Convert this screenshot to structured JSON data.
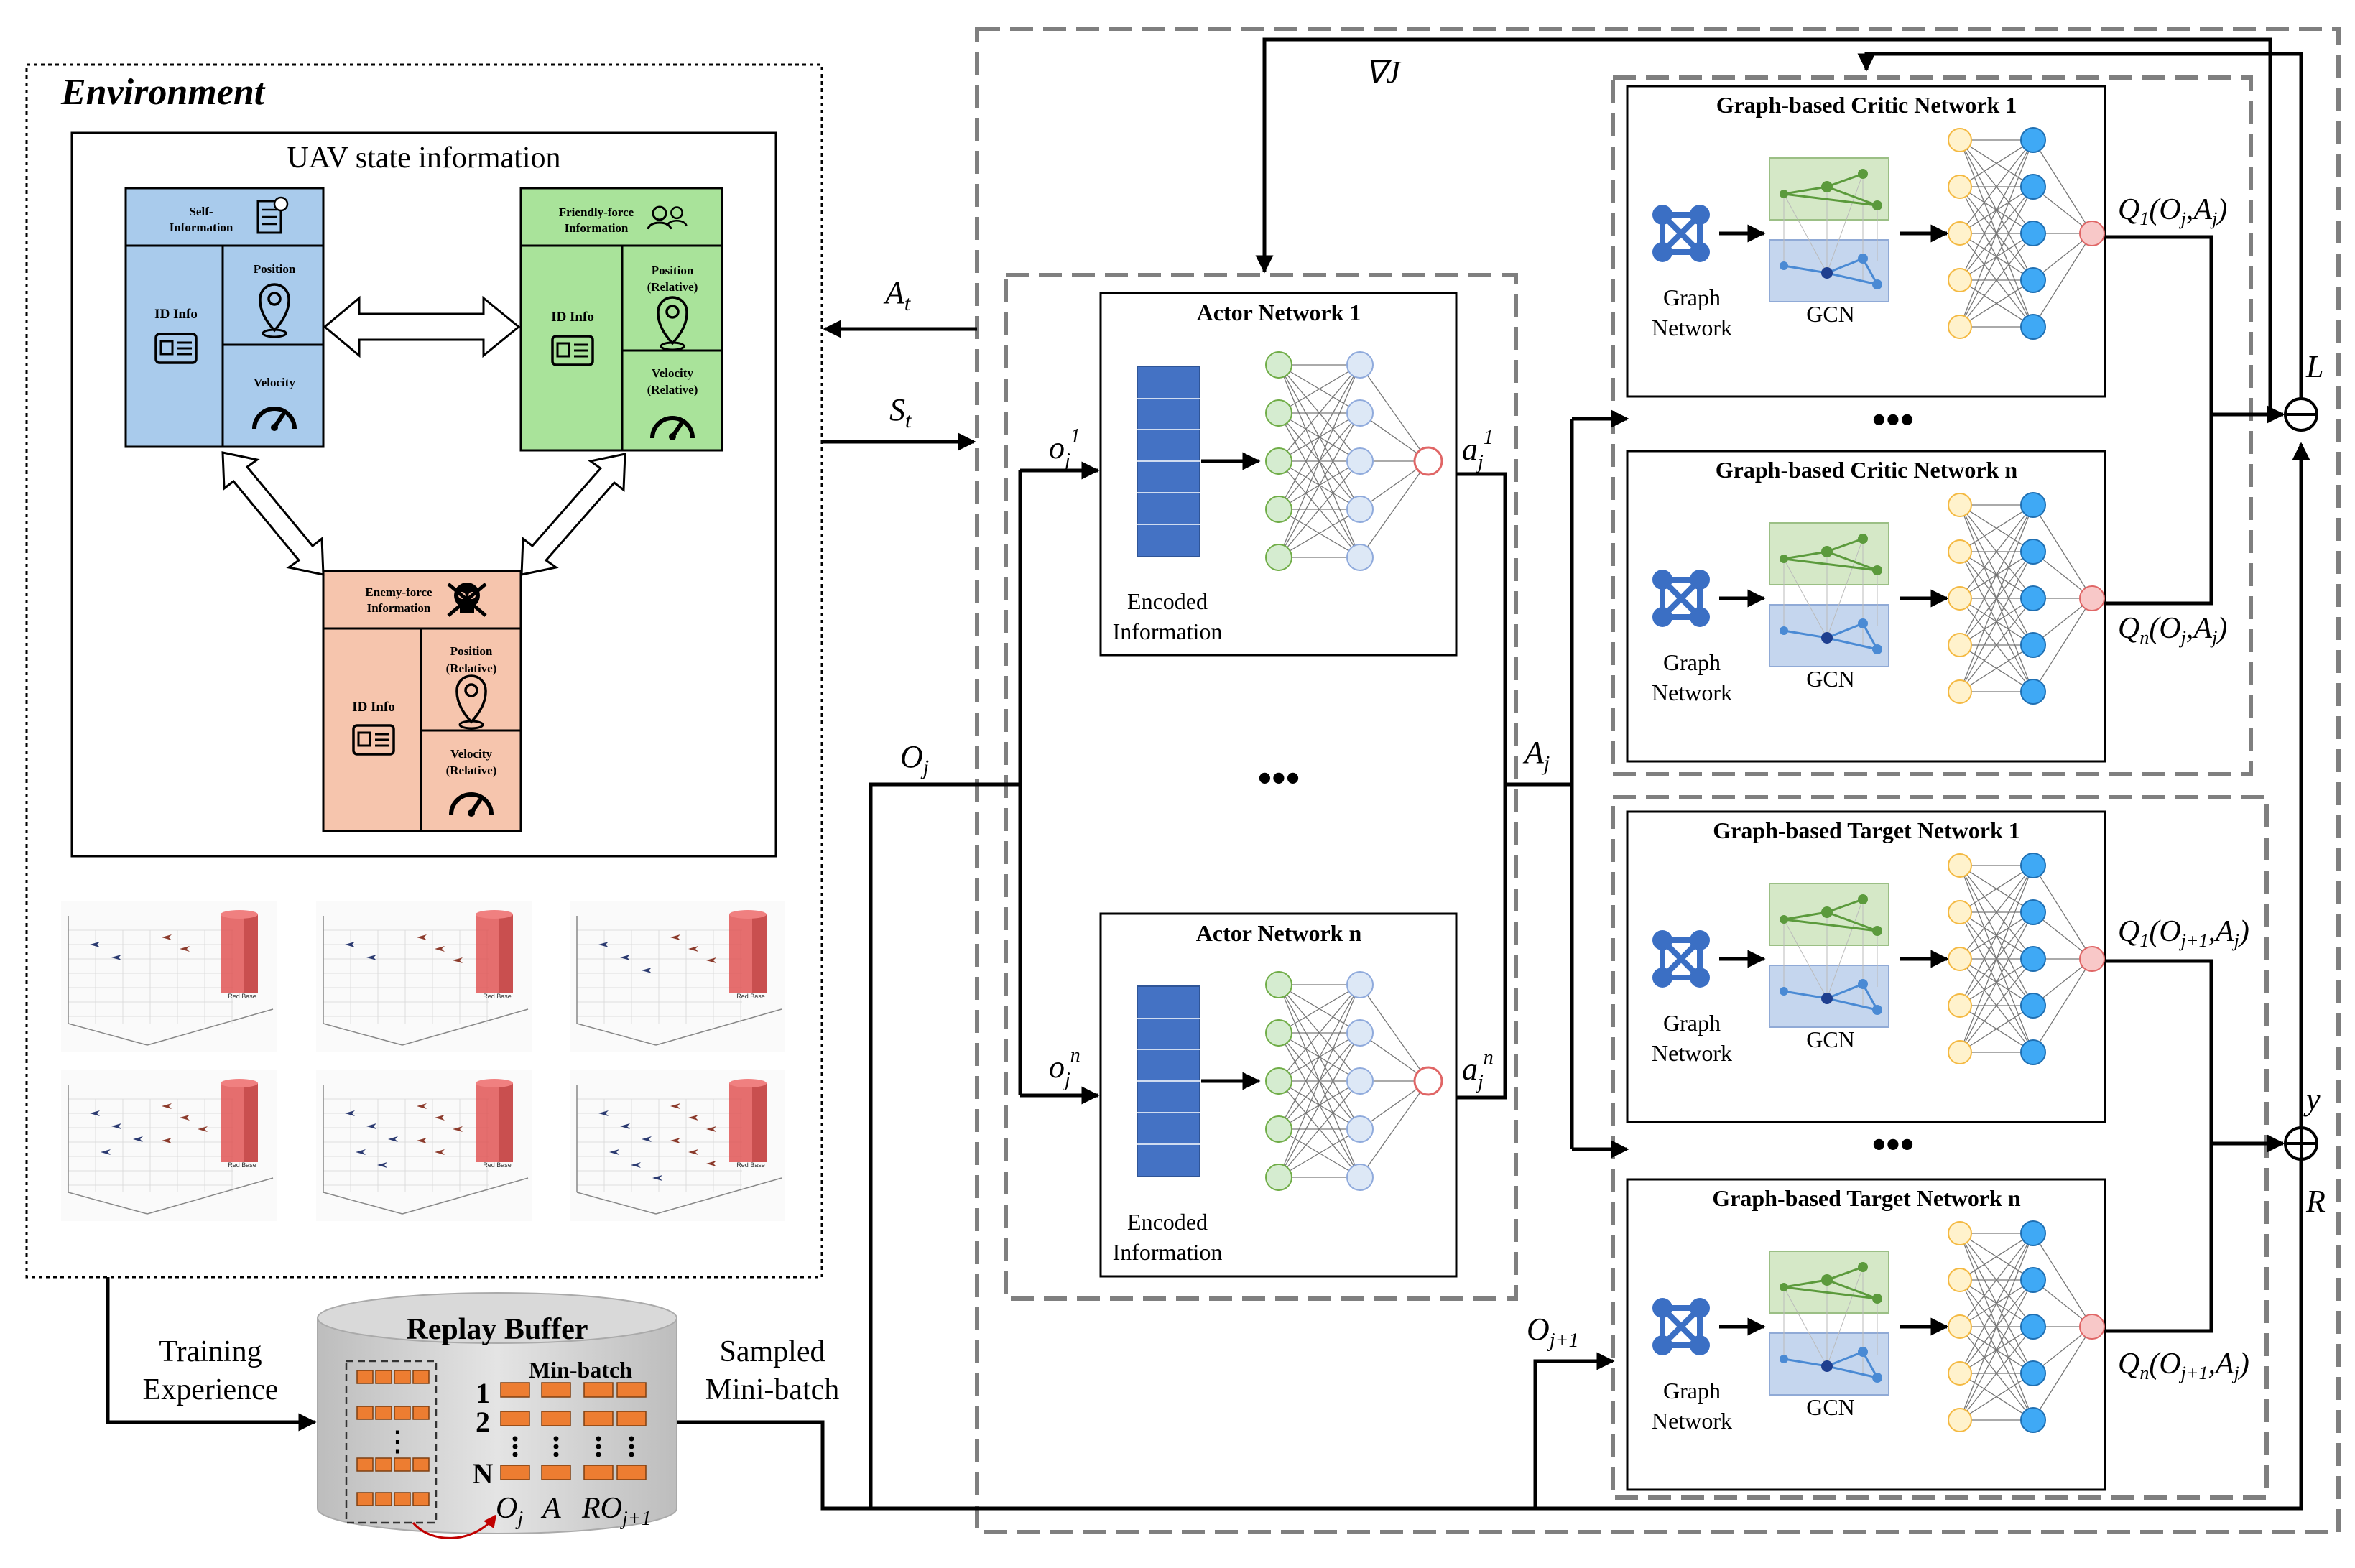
{
  "environment": {
    "title": "Environment",
    "state_title": "UAV state information",
    "self": {
      "title_line1": "Self-",
      "title_line2": "Information",
      "id_info": "ID Info",
      "position": "Position",
      "velocity": "Velocity"
    },
    "friendly": {
      "title_line1": "Friendly-force",
      "title_line2": "Information",
      "id_info": "ID Info",
      "position": "Position",
      "position_rel": "(Relative)",
      "velocity": "Velocity",
      "velocity_rel": "(Relative)"
    },
    "enemy": {
      "title_line1": "Enemy-force",
      "title_line2": "Information",
      "id_info": "ID Info",
      "position": "Position",
      "position_rel": "(Relative)",
      "velocity": "Velocity",
      "velocity_rel": "(Relative)"
    },
    "sim_label": "Red Base",
    "colors": {
      "self": "#a9cbec",
      "friendly": "#a9e39a",
      "enemy": "#f6c5ad"
    }
  },
  "replay": {
    "title": "Replay Buffer",
    "minibatch": "Min-batch",
    "rows": [
      "1",
      "2",
      "N"
    ],
    "vdots": "⋮",
    "fields": {
      "o": "O",
      "o_sub": "j",
      "a": "A",
      "r": "R",
      "o2": "O",
      "o2_sub": "j+1"
    },
    "training_line1": "Training",
    "training_line2": "Experience",
    "sampled_line1": "Sampled",
    "sampled_line2": "Mini-batch"
  },
  "signals": {
    "grad": "∇J",
    "A_t": "A",
    "A_t_sub": "t",
    "S_t": "S",
    "S_t_sub": "t",
    "O_j": "O",
    "O_j_sub": "j",
    "o_j1": "o",
    "o_j1_sub": "j",
    "o_j1_sup": "1",
    "o_jn": "o",
    "o_jn_sub": "j",
    "o_jn_sup": "n",
    "a_j1": "a",
    "a_j1_sub": "j",
    "a_j1_sup": "1",
    "a_jn": "a",
    "a_jn_sub": "j",
    "a_jn_sup": "n",
    "A_j": "A",
    "A_j_sub": "j",
    "O_j1": "O",
    "O_j1_sub": "j+1",
    "L": "L",
    "y": "y",
    "R": "R"
  },
  "actors": {
    "actor1_title": "Actor Network 1",
    "actorn_title": "Actor Network n",
    "encoded_line1": "Encoded",
    "encoded_line2": "Information",
    "dots": "•••"
  },
  "critics": {
    "critic1_title": "Graph-based Critic Network 1",
    "criticn_title": "Graph-based Critic Network n",
    "target1_title": "Graph-based Target Network 1",
    "targetn_title": "Graph-based Target Network n",
    "graph_line1": "Graph",
    "graph_line2": "Network",
    "gcn": "GCN",
    "dots": "•••"
  },
  "q_labels": {
    "q1": "Q",
    "q1_sub": "1",
    "q1_args": "(O",
    "q1_args_sub": "j",
    "q1_args2": ",A",
    "q1_args2_sub": "j",
    "q1_close": ")",
    "qn": "Q",
    "qn_sub": "n",
    "qn_args": "(O",
    "qn_args_sub": "j",
    "qn_args2": ",A",
    "qn_args2_sub": "j",
    "qn_close": ")",
    "qt1": "Q",
    "qt1_sub": "1",
    "qt1_args": "(O",
    "qt1_args_sub": "j+1",
    "qt1_args2": ",A",
    "qt1_args2_sub": "j",
    "qt1_close": ")",
    "qtn": "Q",
    "qtn_sub": "n",
    "qtn_args": "(O",
    "qtn_args_sub": "j+1",
    "qtn_args2": ",A",
    "qtn_args2_sub": "j",
    "qtn_close": ")"
  }
}
